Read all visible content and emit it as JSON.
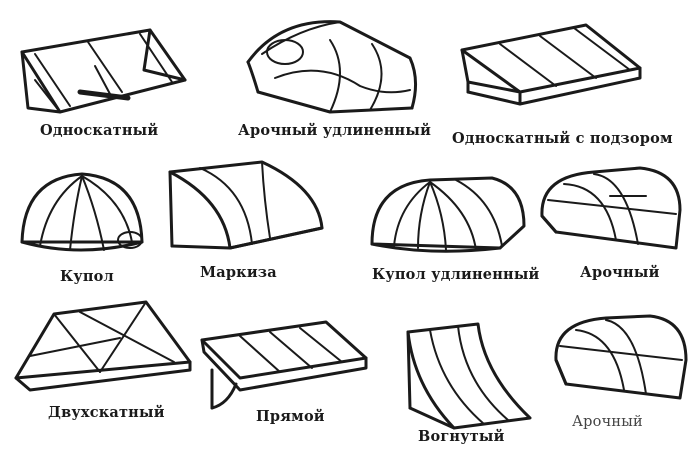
{
  "items": [
    {
      "id": "odnoskatnyy",
      "label": "Односкатный"
    },
    {
      "id": "arochnyy-udlinennyy",
      "label": "Арочный удлиненный"
    },
    {
      "id": "odnoskatnyy-s-podzorom",
      "label": "Односкатный с подзором"
    },
    {
      "id": "kupol",
      "label": "Купол"
    },
    {
      "id": "markiza",
      "label": "Маркиза"
    },
    {
      "id": "kupol-udlinennyy",
      "label": "Купол удлиненный"
    },
    {
      "id": "arochnyy-1",
      "label": "Арочный"
    },
    {
      "id": "dvukhskatnyy",
      "label": "Двухскатный"
    },
    {
      "id": "pryamoy",
      "label": "Прямой"
    },
    {
      "id": "vognutyy",
      "label": "Вогнутый"
    },
    {
      "id": "arochnyy-2",
      "label": "Арочный"
    }
  ]
}
